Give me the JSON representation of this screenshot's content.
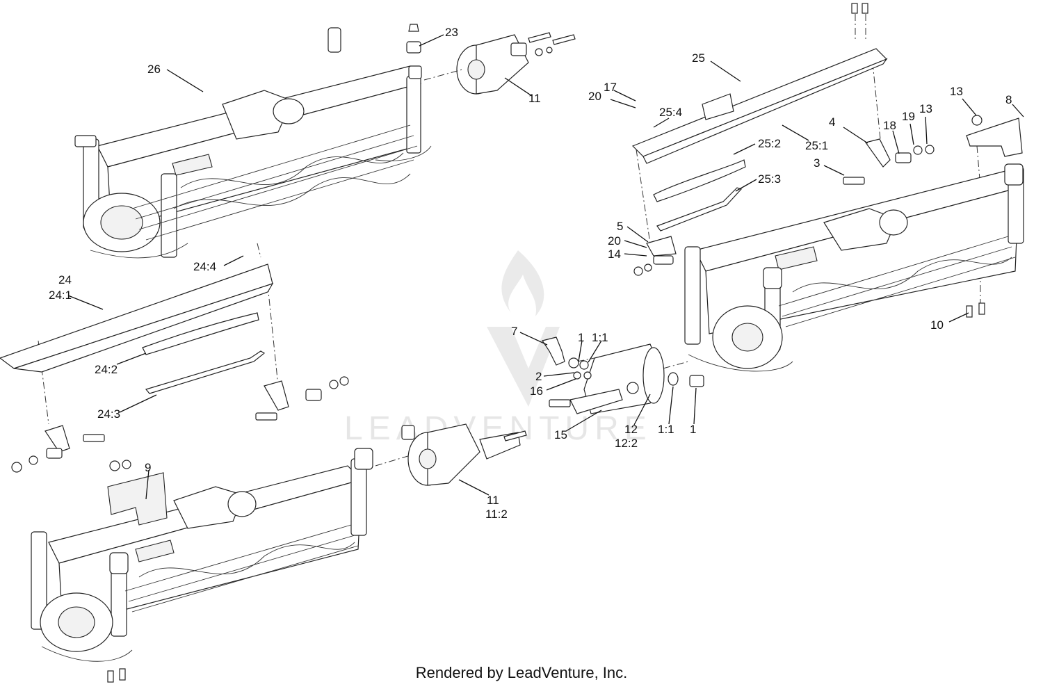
{
  "footer": "Rendered by LeadVenture, Inc.",
  "watermark": "LEADVENTURE",
  "callouts": [
    {
      "id": "26",
      "text": "26"
    },
    {
      "id": "23",
      "text": "23"
    },
    {
      "id": "11a",
      "text": "11"
    },
    {
      "id": "25",
      "text": "25"
    },
    {
      "id": "17",
      "text": "17"
    },
    {
      "id": "20a",
      "text": "20"
    },
    {
      "id": "25_4",
      "text": "25:4"
    },
    {
      "id": "4",
      "text": "4"
    },
    {
      "id": "18",
      "text": "18"
    },
    {
      "id": "19",
      "text": "19"
    },
    {
      "id": "13a",
      "text": "13"
    },
    {
      "id": "13b",
      "text": "13"
    },
    {
      "id": "8",
      "text": "8"
    },
    {
      "id": "25_1",
      "text": "25:1"
    },
    {
      "id": "25_2",
      "text": "25:2"
    },
    {
      "id": "3",
      "text": "3"
    },
    {
      "id": "25_3",
      "text": "25:3"
    },
    {
      "id": "5",
      "text": "5"
    },
    {
      "id": "20b",
      "text": "20"
    },
    {
      "id": "14",
      "text": "14"
    },
    {
      "id": "24_4",
      "text": "24:4"
    },
    {
      "id": "24",
      "text": "24"
    },
    {
      "id": "24_1",
      "text": "24:1"
    },
    {
      "id": "24_2",
      "text": "24:2"
    },
    {
      "id": "24_3",
      "text": "24:3"
    },
    {
      "id": "7",
      "text": "7"
    },
    {
      "id": "1a",
      "text": "1"
    },
    {
      "id": "1_1a",
      "text": "1:1"
    },
    {
      "id": "2",
      "text": "2"
    },
    {
      "id": "16",
      "text": "16"
    },
    {
      "id": "15",
      "text": "15"
    },
    {
      "id": "12",
      "text": "12"
    },
    {
      "id": "12_2",
      "text": "12:2"
    },
    {
      "id": "1_1b",
      "text": "1:1"
    },
    {
      "id": "1b",
      "text": "1"
    },
    {
      "id": "10",
      "text": "10"
    },
    {
      "id": "9",
      "text": "9"
    },
    {
      "id": "11b",
      "text": "11"
    },
    {
      "id": "11_2",
      "text": "11:2"
    }
  ]
}
